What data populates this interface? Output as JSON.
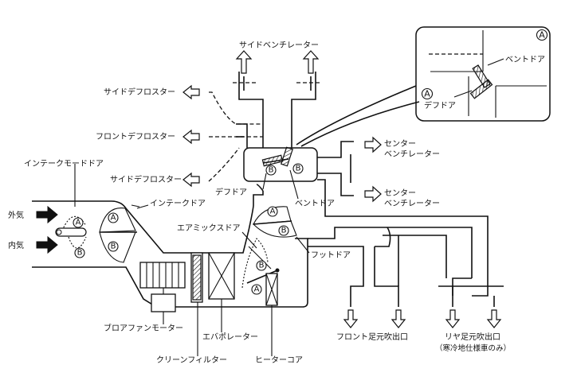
{
  "labels": {
    "side_ventilator": "サイドベンチレーター",
    "side_defroster_top": "サイドデフロスター",
    "front_defroster": "フロントデフロスター",
    "side_defroster_bottom": "サイドデフロスター",
    "intake_mode_door": "インテークモードドア",
    "outside_air": "外気",
    "inside_air": "内気",
    "intake_door": "インテークドア",
    "air_mix_door": "エアミックスドア",
    "foot_door": "フットドア",
    "def_door": "デフドア",
    "vent_door": "ベントドア",
    "center_vent_upper_1": "センター",
    "center_vent_upper_2": "ベンチレーター",
    "center_vent_lower_1": "センター",
    "center_vent_lower_2": "ベンチレーター",
    "blower_fan_motor": "ブロアファンモーター",
    "evaporator": "エバポレーター",
    "clean_filter": "クリーンフィルター",
    "heater_core": "ヒーターコア",
    "front_foot_outlet": "フロント足元吹出口",
    "rear_foot_outlet": "リヤ足元吹出口",
    "rear_foot_outlet_note": "（寒冷地仕様車のみ）",
    "inset_vent_door": "ベントドア",
    "inset_def_door": "デフドア"
  },
  "markers": {
    "a": "A",
    "b": "B"
  }
}
